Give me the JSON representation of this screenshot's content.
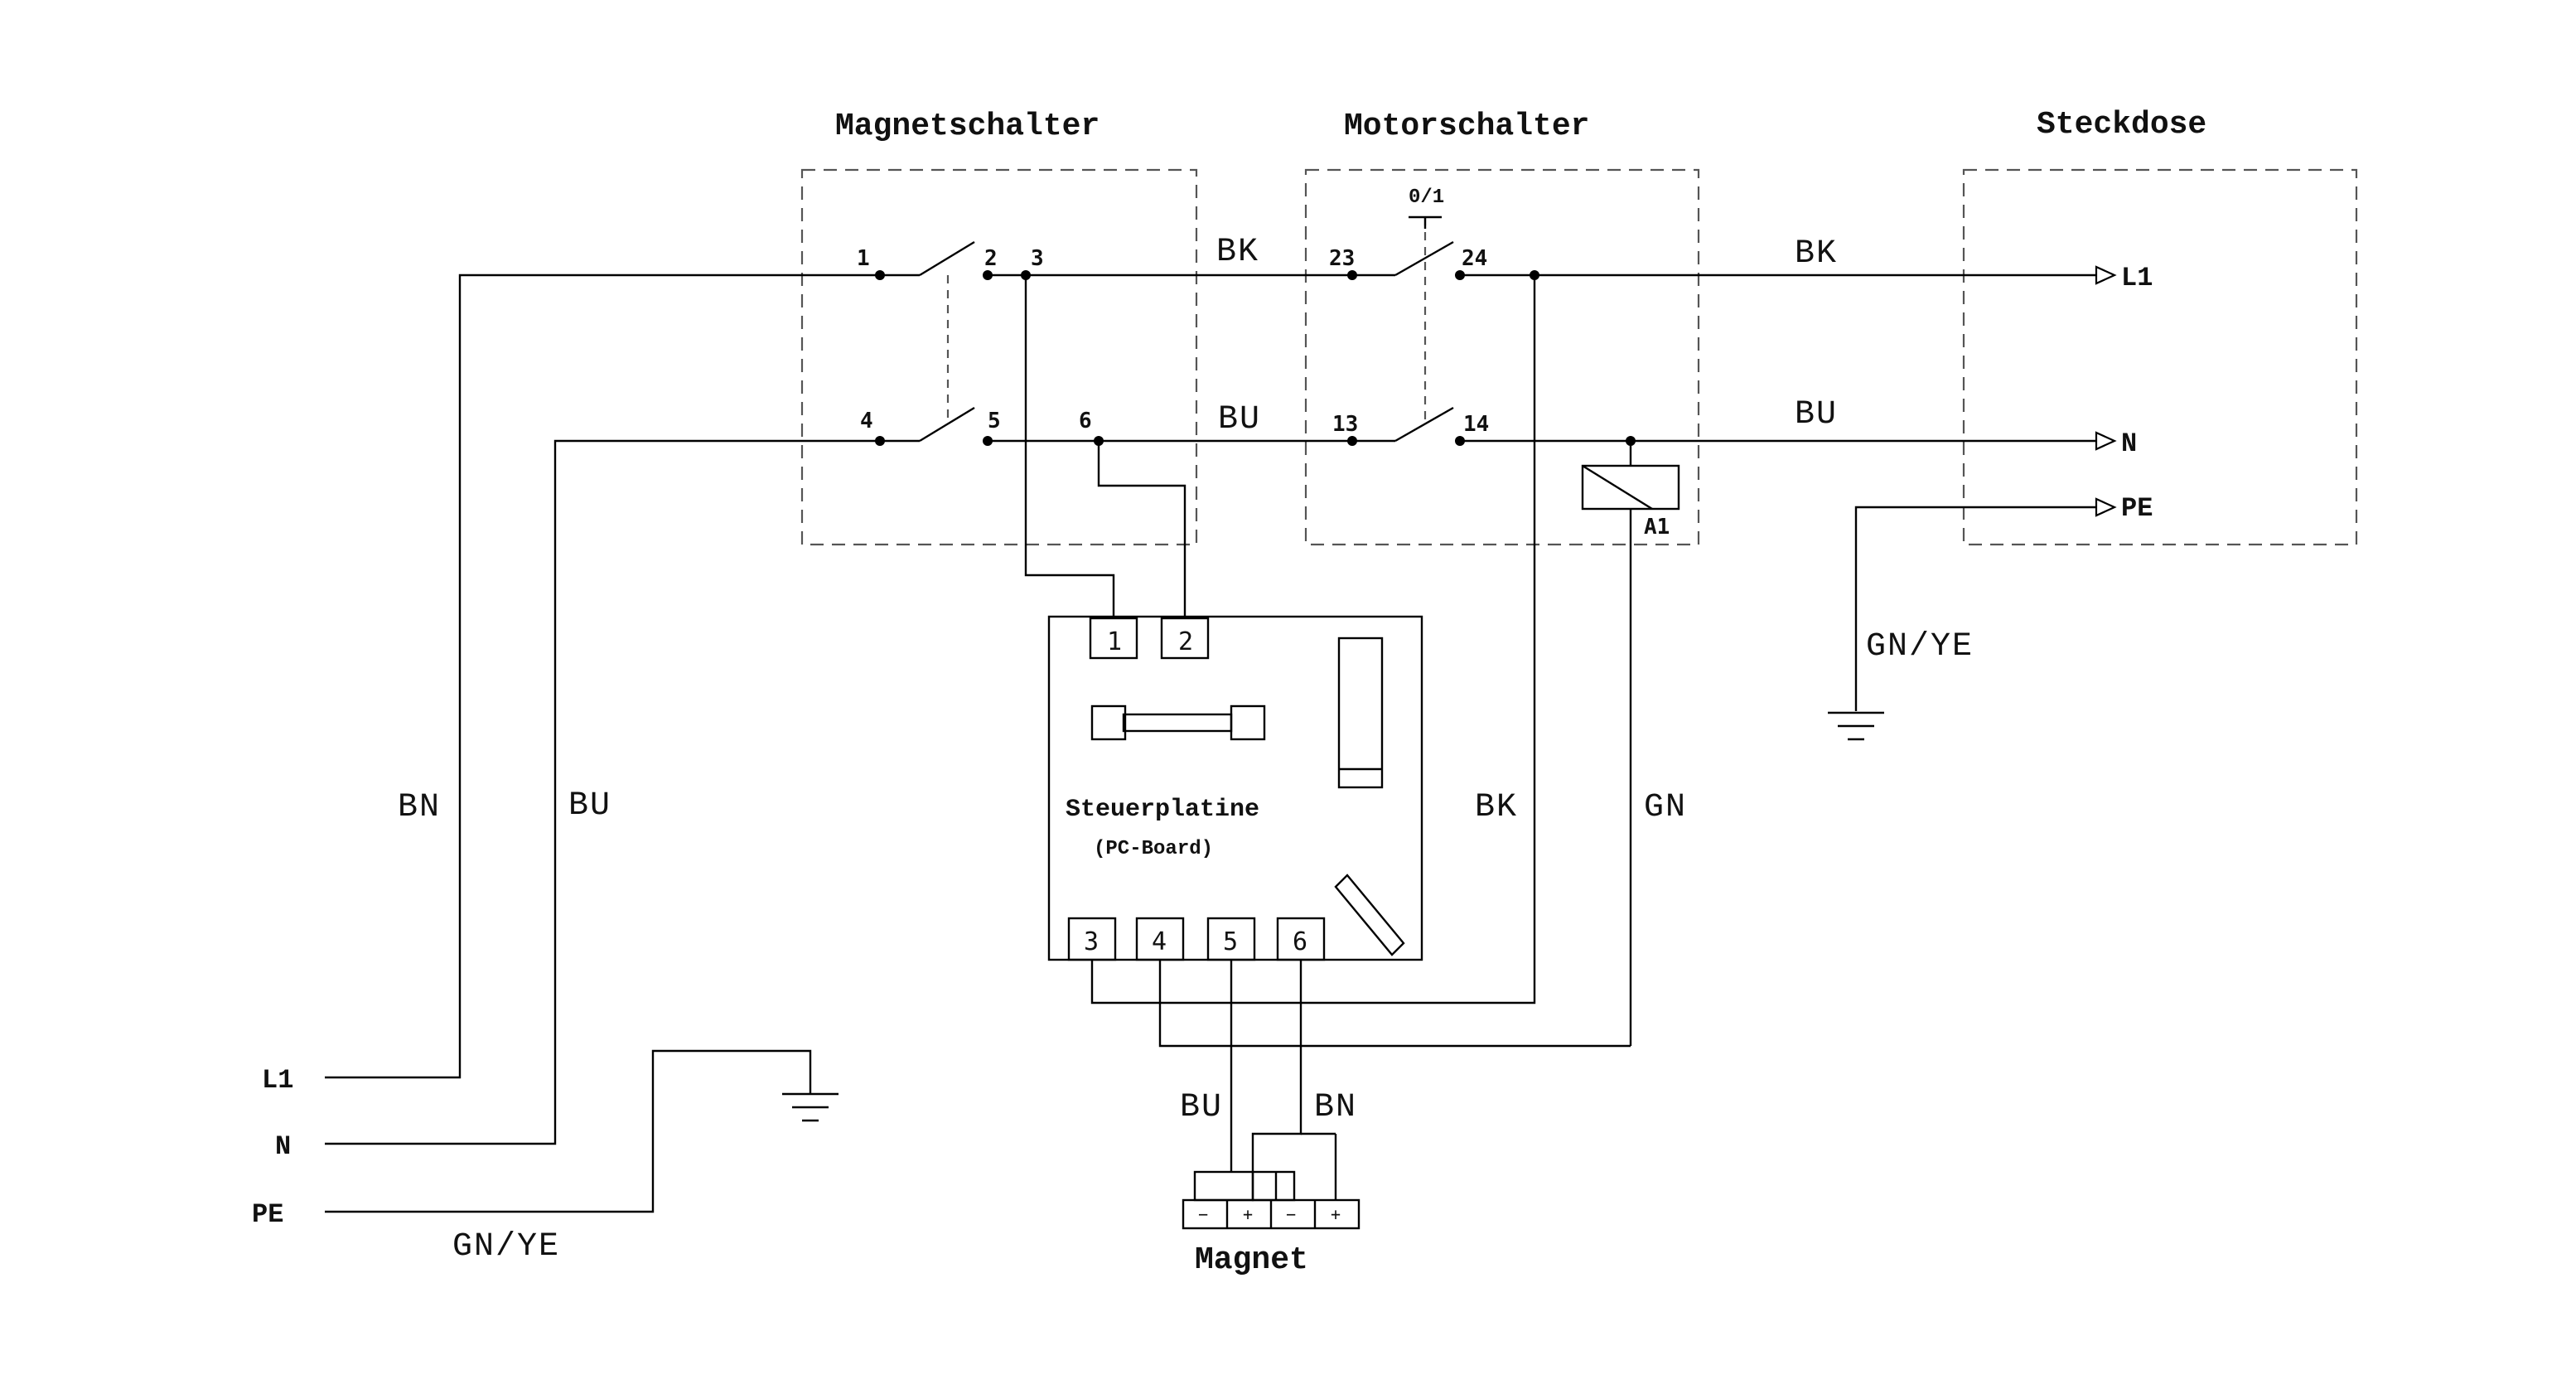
{
  "titles": {
    "magnetschalter": "Magnetschalter",
    "motorschalter": "Motorschalter",
    "steckdose": "Steckdose"
  },
  "switch_label": "0/1",
  "terminals": {
    "t1": "1",
    "t2": "2",
    "t3": "3",
    "t4": "4",
    "t5": "5",
    "t6": "6",
    "t23": "23",
    "t24": "24",
    "t13": "13",
    "t14": "14",
    "a1": "A1"
  },
  "wire_colors": {
    "bk_top": "BK",
    "bu_mid": "BU",
    "bk_right": "BK",
    "bu_right": "BU",
    "bn_left": "BN",
    "bu_left": "BU",
    "bk_vertical": "BK",
    "gn_vertical": "GN",
    "gnye_outlet": "GN/YE",
    "gnye_input": "GN/YE",
    "bu_magnet": "BU",
    "bn_magnet": "BN"
  },
  "outlet_terminals": {
    "l1": "L1",
    "n": "N",
    "pe": "PE"
  },
  "input_terminals": {
    "l1": "L1",
    "n": "N",
    "pe": "PE"
  },
  "board": {
    "title": "Steuerplatine",
    "subtitle": "(PC-Board)",
    "pins": [
      "1",
      "2",
      "3",
      "4",
      "5",
      "6"
    ]
  },
  "magnet": {
    "label": "Magnet",
    "polarity": [
      "−",
      "+",
      "−",
      "+"
    ]
  }
}
